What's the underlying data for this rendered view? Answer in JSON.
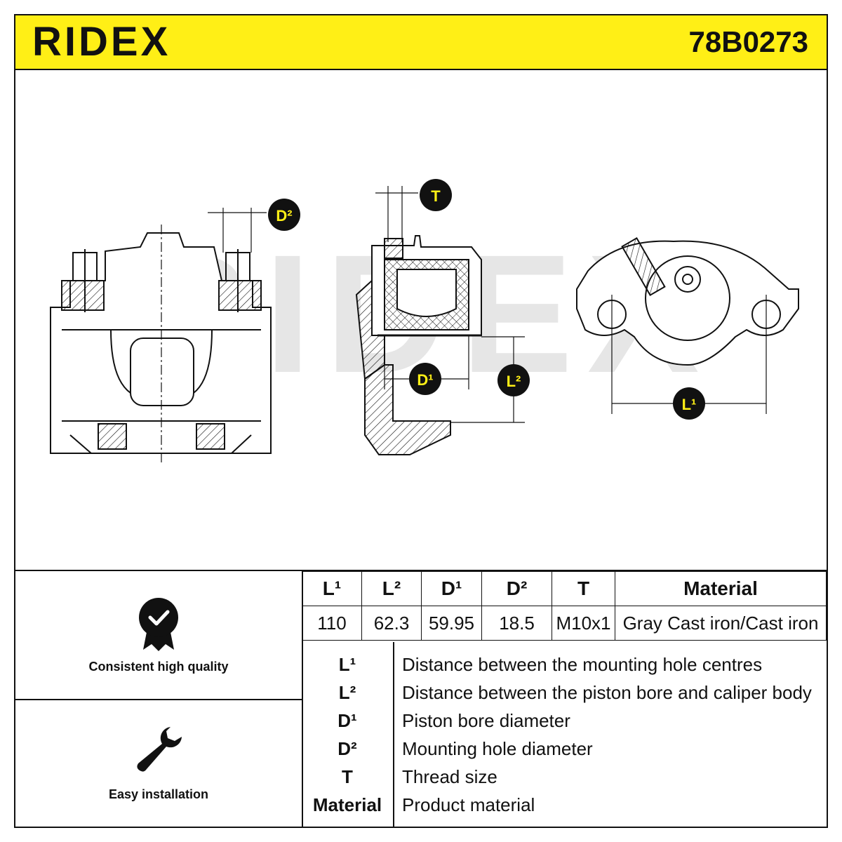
{
  "header": {
    "brand": "RIDEX",
    "part_number": "78B0273"
  },
  "diagram": {
    "callouts": {
      "d2": "D²",
      "t": "T",
      "d1": "D¹",
      "l2": "L²",
      "l1": "L¹"
    },
    "watermark": "RIDEX"
  },
  "features": [
    {
      "label": "Consistent high quality",
      "icon": "quality-badge-icon"
    },
    {
      "label": "Easy installation",
      "icon": "wrench-icon"
    }
  ],
  "spec_table": {
    "headers": [
      "L¹",
      "L²",
      "D¹",
      "D²",
      "T",
      "Material"
    ],
    "values": [
      "110",
      "62.3",
      "59.95",
      "18.5",
      "M10x1",
      "Gray Cast iron/Cast iron"
    ]
  },
  "legend": [
    {
      "key": "L¹",
      "desc": "Distance between the mounting hole centres"
    },
    {
      "key": "L²",
      "desc": "Distance between the piston bore and caliper body"
    },
    {
      "key": "D¹",
      "desc": "Piston bore diameter"
    },
    {
      "key": "D²",
      "desc": "Mounting hole diameter"
    },
    {
      "key": "T",
      "desc": "Thread size"
    },
    {
      "key": "Material",
      "desc": "Product material"
    }
  ],
  "colors": {
    "header_bg": "#ffef16",
    "ink": "#111111",
    "callout_bg": "#111111",
    "callout_fg": "#ffef16",
    "watermark": "#e6e6e6"
  }
}
